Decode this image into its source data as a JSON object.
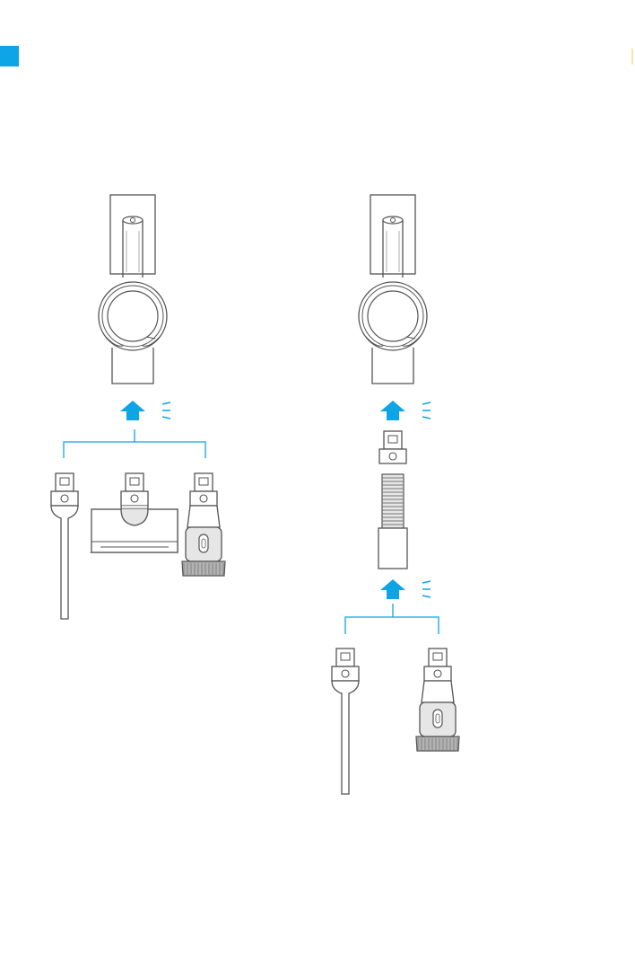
{
  "colors": {
    "accent": "#0ea5e6",
    "edge_mark": "#f2e9a8",
    "outline": "#555555",
    "fill_light": "#ffffff",
    "fill_gray": "#e6e6e6",
    "brush_gray": "#b3b3b3"
  },
  "icons": {
    "corner_tab": "blue-square-tab",
    "arrow": "up-arrow-icon",
    "click": "click-lines-icon"
  },
  "left_assembly": {
    "handle": "vacuum-handle-outlet",
    "attachments": [
      "crevice-tool",
      "mini-motorized-brush",
      "two-in-one-brush-tool"
    ]
  },
  "right_assembly": {
    "handle": "vacuum-handle-outlet",
    "extension": "flexible-extension-hose",
    "attachments": [
      "crevice-tool",
      "two-in-one-brush-tool"
    ]
  }
}
